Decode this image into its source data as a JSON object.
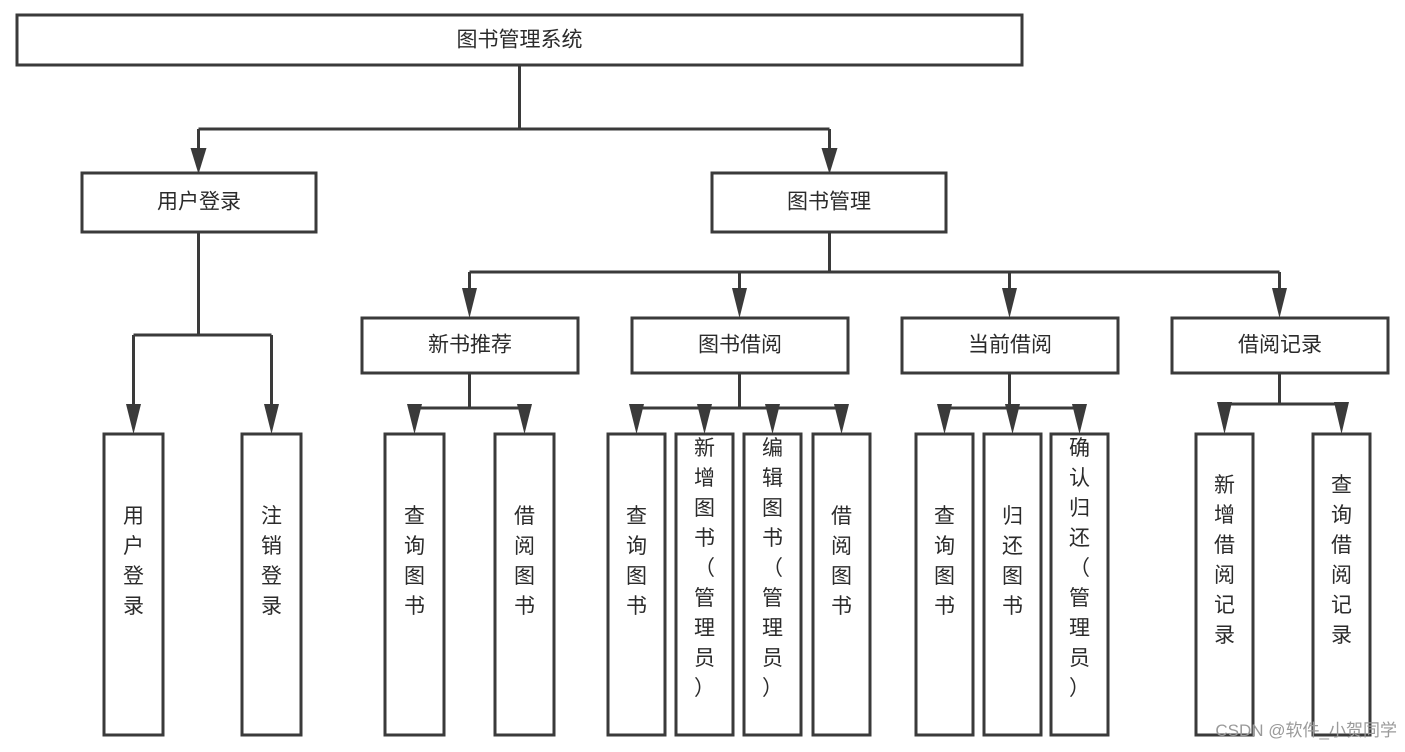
{
  "diagram": {
    "type": "hierarchy-tree",
    "orientation": "top-down",
    "root": {
      "id": "root",
      "label": "图书管理系统"
    },
    "level2": [
      {
        "id": "user-login",
        "label": "用户登录"
      },
      {
        "id": "book-management",
        "label": "图书管理"
      }
    ],
    "level3": [
      {
        "id": "new-book-recommend",
        "label": "新书推荐",
        "parent": "book-management"
      },
      {
        "id": "book-borrow",
        "label": "图书借阅",
        "parent": "book-management"
      },
      {
        "id": "current-borrow",
        "label": "当前借阅",
        "parent": "book-management"
      },
      {
        "id": "borrow-record",
        "label": "借阅记录",
        "parent": "book-management"
      }
    ],
    "leaves": {
      "user_login": [
        {
          "id": "leaf-user-login",
          "label": "用户登录"
        },
        {
          "id": "leaf-logout",
          "label": "注销登录"
        }
      ],
      "new_book_recommend": [
        {
          "id": "leaf-query-book-1",
          "label": "查询图书"
        },
        {
          "id": "leaf-borrow-book-1",
          "label": "借阅图书"
        }
      ],
      "book_borrow": [
        {
          "id": "leaf-query-book-2",
          "label": "查询图书"
        },
        {
          "id": "leaf-add-book",
          "label": "新增图书（管理员）"
        },
        {
          "id": "leaf-edit-book",
          "label": "编辑图书（管理员）"
        },
        {
          "id": "leaf-borrow-book-2",
          "label": "借阅图书"
        }
      ],
      "current_borrow": [
        {
          "id": "leaf-query-book-3",
          "label": "查询图书"
        },
        {
          "id": "leaf-return-book",
          "label": "归还图书"
        },
        {
          "id": "leaf-confirm-return",
          "label": "确认归还（管理员）"
        }
      ],
      "borrow_record": [
        {
          "id": "leaf-add-record",
          "label": "新增借阅记录"
        },
        {
          "id": "leaf-query-record",
          "label": "查询借阅记录"
        }
      ]
    },
    "colors": {
      "background": "#ffffff",
      "box_fill": "#ffffff",
      "box_stroke": "#3a3a3a",
      "text": "#2b2b2b",
      "watermark": "#9a9a9a"
    }
  },
  "watermark": {
    "text": "CSDN @软件_小贺同学"
  }
}
